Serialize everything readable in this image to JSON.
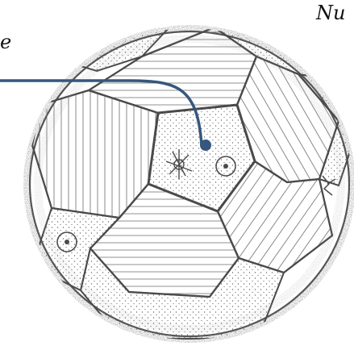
{
  "labels": {
    "top_right_partial": "Nu",
    "left_partial": "e"
  },
  "colors": {
    "pencil": "#4a4a4a",
    "pencil_light": "#8a8a8a",
    "pointer_line": "#35577e",
    "paper": "#ffffff"
  },
  "icons": {
    "structure": "sketched-soccer-ball-cell",
    "pointer": "dot-leader-line"
  }
}
